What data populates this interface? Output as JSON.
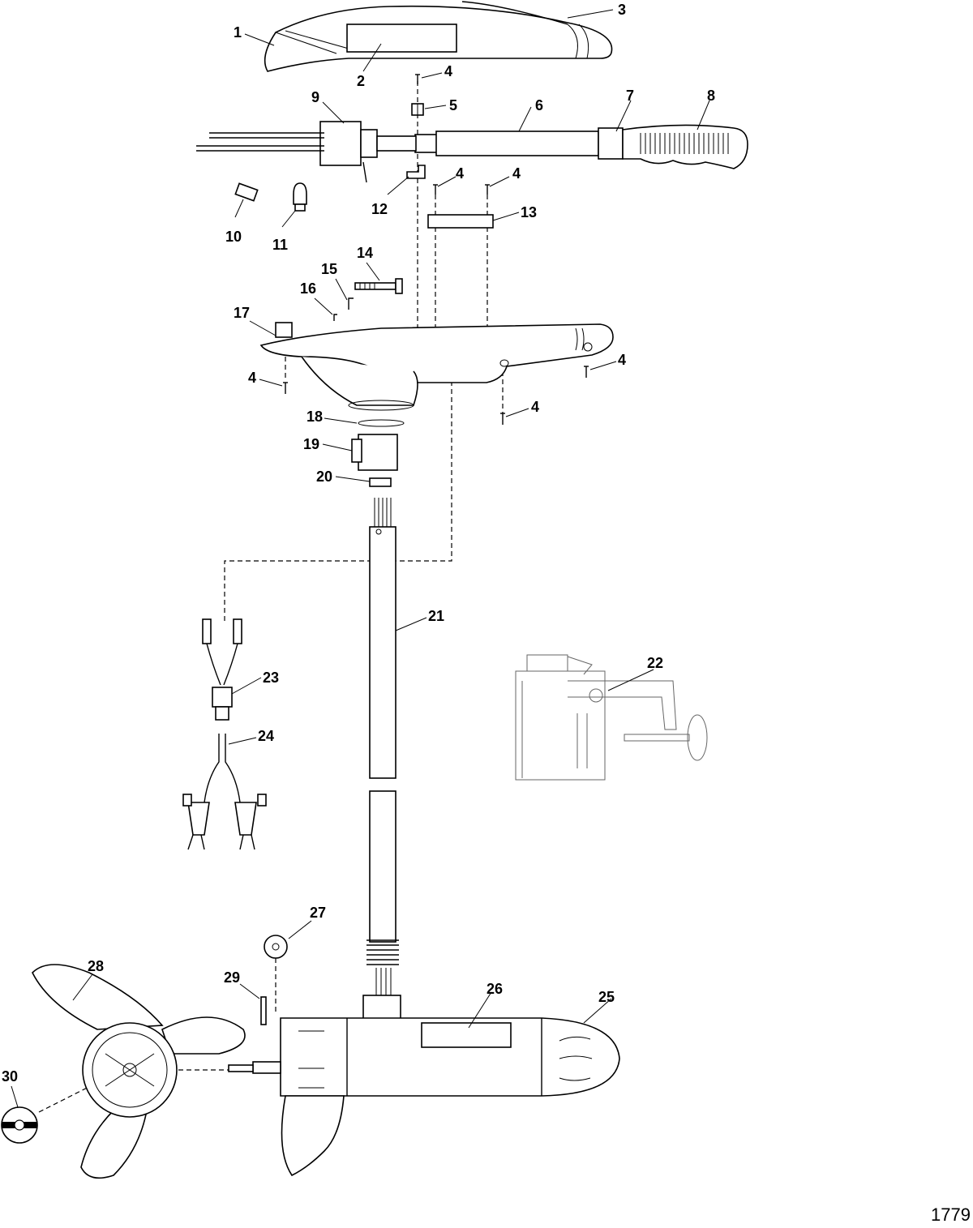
{
  "diagram": {
    "callouts": [
      "1",
      "2",
      "3",
      "4",
      "5",
      "6",
      "7",
      "8",
      "9",
      "10",
      "11",
      "12",
      "13",
      "14",
      "15",
      "16",
      "17",
      "18",
      "19",
      "20",
      "21",
      "22",
      "23",
      "24",
      "25",
      "26",
      "27",
      "28",
      "29",
      "30"
    ],
    "figure_number": "1779"
  }
}
